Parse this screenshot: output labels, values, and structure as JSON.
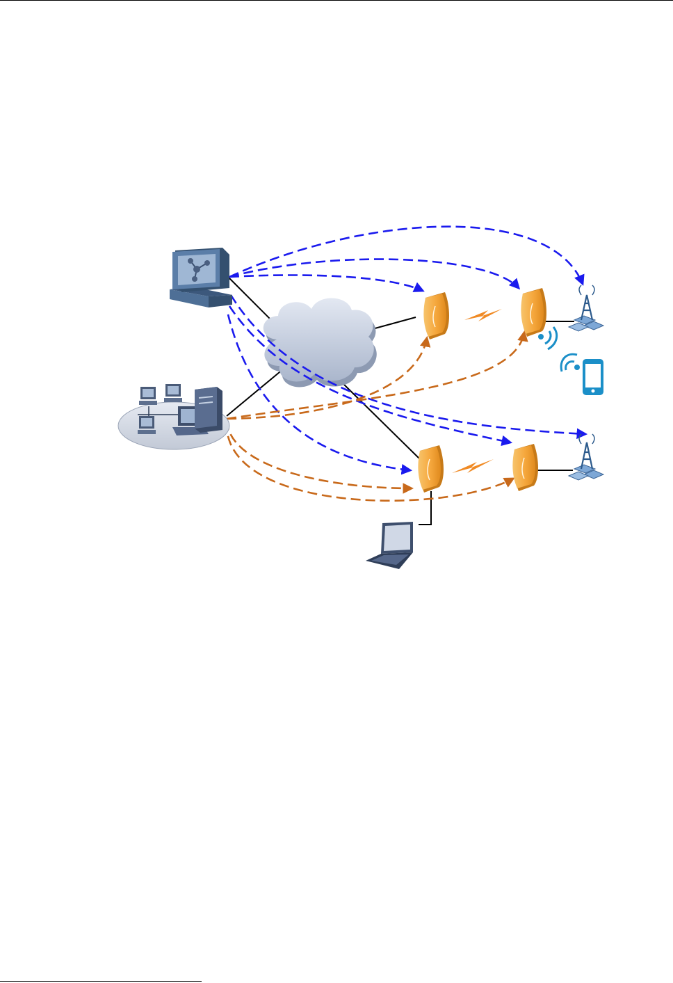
{
  "page": {
    "has_header_rule": true,
    "has_footer_rule": true
  },
  "diagram": {
    "nodes": [
      {
        "id": "nms-workstation",
        "icon": "management-workstation-icon"
      },
      {
        "id": "enterprise-lan",
        "icon": "lan-icon"
      },
      {
        "id": "ip-network",
        "icon": "cloud-icon"
      },
      {
        "id": "ap-1",
        "icon": "outdoor-ap-icon"
      },
      {
        "id": "ap-2",
        "icon": "outdoor-ap-icon"
      },
      {
        "id": "ap-3",
        "icon": "outdoor-ap-icon"
      },
      {
        "id": "ap-4",
        "icon": "outdoor-ap-icon"
      },
      {
        "id": "base-station-1",
        "icon": "cell-tower-icon"
      },
      {
        "id": "base-station-2",
        "icon": "cell-tower-icon"
      },
      {
        "id": "smartphone",
        "icon": "smartphone-icon"
      },
      {
        "id": "laptop",
        "icon": "laptop-icon"
      }
    ],
    "links": [
      {
        "from": "nms-workstation",
        "to": "ip-network",
        "style": "solid"
      },
      {
        "from": "enterprise-lan",
        "to": "ip-network",
        "style": "solid"
      },
      {
        "from": "ip-network",
        "to": "ap-1",
        "style": "solid"
      },
      {
        "from": "ip-network",
        "to": "ap-3",
        "style": "solid"
      },
      {
        "from": "ap-2",
        "to": "base-station-1",
        "style": "solid"
      },
      {
        "from": "ap-4",
        "to": "base-station-2",
        "style": "solid"
      },
      {
        "from": "ap-3",
        "to": "laptop",
        "style": "solid"
      },
      {
        "from": "ap-1",
        "to": "ap-2",
        "style": "wireless"
      },
      {
        "from": "ap-3",
        "to": "ap-4",
        "style": "wireless"
      }
    ],
    "management_flows": [
      {
        "from": "nms-workstation",
        "to": "base-station-1"
      },
      {
        "from": "nms-workstation",
        "to": "ap-2"
      },
      {
        "from": "nms-workstation",
        "to": "ap-1"
      },
      {
        "from": "nms-workstation",
        "to": "base-station-2"
      },
      {
        "from": "nms-workstation",
        "to": "ap-4"
      },
      {
        "from": "nms-workstation",
        "to": "ap-3"
      }
    ],
    "service_flows": [
      {
        "from": "enterprise-lan",
        "to": "ap-1"
      },
      {
        "from": "enterprise-lan",
        "to": "ap-2"
      },
      {
        "from": "enterprise-lan",
        "to": "ap-3"
      },
      {
        "from": "enterprise-lan",
        "to": "ap-4"
      }
    ],
    "colors": {
      "management_flow": "#1a1aee",
      "service_flow": "#c8691a",
      "device_body": "#f2a63a",
      "cloud": "#c9d3e6",
      "workstation": "#4e6f96",
      "tower": "#2c5a8c",
      "wifi": "#1b8fc8"
    }
  }
}
